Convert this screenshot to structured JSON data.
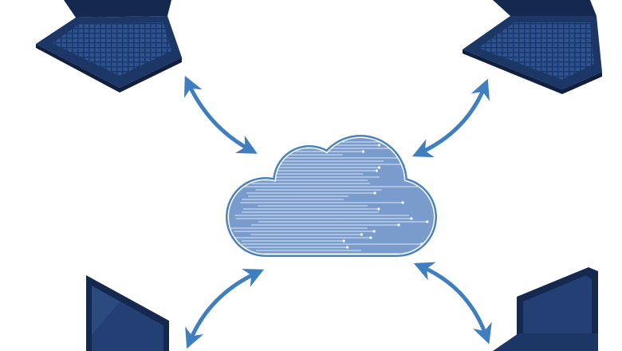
{
  "diagram": {
    "nodes": [
      {
        "id": "cloud",
        "icon": "circuit-cloud-icon"
      },
      {
        "id": "laptop-top-left",
        "icon": "laptop-icon"
      },
      {
        "id": "laptop-top-right",
        "icon": "laptop-icon"
      },
      {
        "id": "laptop-bottom-left",
        "icon": "laptop-icon"
      },
      {
        "id": "laptop-bottom-right",
        "icon": "laptop-icon"
      }
    ],
    "edges": [
      {
        "from": "laptop-top-left",
        "to": "cloud",
        "direction": "both"
      },
      {
        "from": "laptop-top-right",
        "to": "cloud",
        "direction": "both"
      },
      {
        "from": "laptop-bottom-left",
        "to": "cloud",
        "direction": "both"
      },
      {
        "from": "laptop-bottom-right",
        "to": "cloud",
        "direction": "both"
      }
    ]
  },
  "colors": {
    "arrow": "#3f7fc0",
    "cloud_fill": "#7a9ccc",
    "cloud_outline": "#4a82c0",
    "laptop_body": "#1c3766",
    "laptop_screen": "#243f73",
    "laptop_keys": "#2c5390"
  }
}
